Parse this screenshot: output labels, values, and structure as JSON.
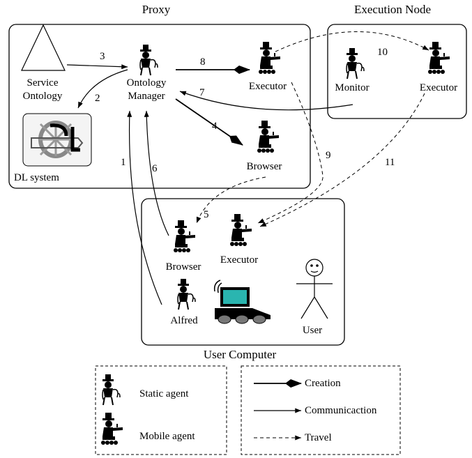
{
  "regions": {
    "proxy": "Proxy",
    "execution_node": "Execution Node",
    "user_computer": "User Computer"
  },
  "nodes": {
    "service_ontology": [
      "Service",
      "Ontology"
    ],
    "ontology_manager": [
      "Ontology",
      "Manager"
    ],
    "proxy_executor": "Executor",
    "proxy_browser": "Browser",
    "dl_system": "DL system",
    "monitor": "Monitor",
    "exec_executor": "Executor",
    "user_browser": "Browser",
    "user_executor": "Executor",
    "alfred": "Alfred",
    "user": "User"
  },
  "edges": [
    "1",
    "2",
    "3",
    "4",
    "5",
    "6",
    "7",
    "8",
    "9",
    "10",
    "11"
  ],
  "legend": {
    "static_agent": "Static agent",
    "mobile_agent": "Mobile agent",
    "creation": "Creation",
    "communication": "Communicaction",
    "travel": "Travel"
  },
  "icons": {
    "static": "static-agent-icon",
    "mobile": "mobile-agent-icon",
    "ontology": "triangle-icon",
    "dl": "dl-system-logo",
    "laptop": "laptop-icon",
    "user": "stick-figure-icon"
  },
  "colors": {
    "laptop_screen": "#2ab5b0",
    "line": "#000000"
  }
}
